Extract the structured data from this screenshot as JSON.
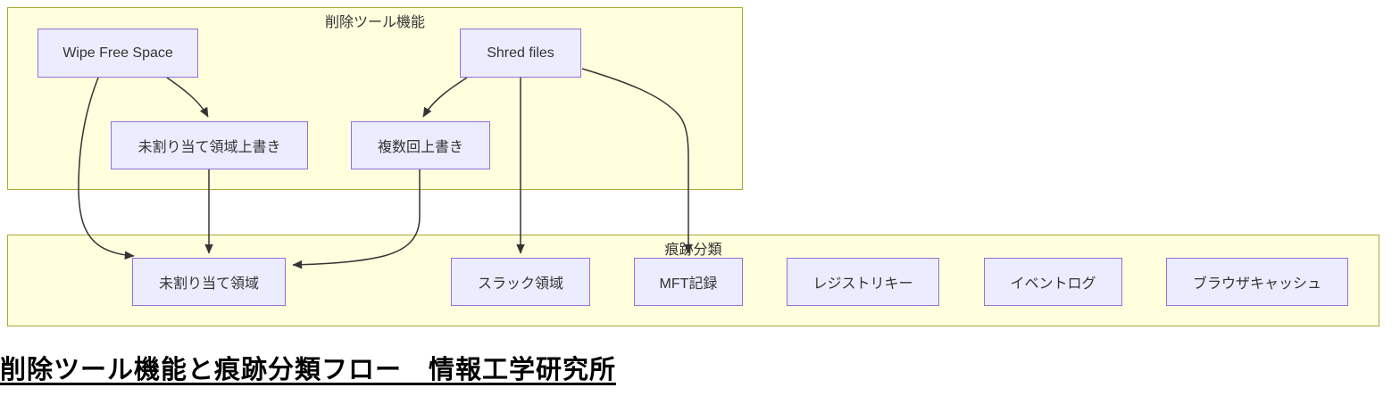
{
  "diagram": {
    "title": "削除ツール機能と痕跡分類フロー　情報工学研究所",
    "clusters": [
      {
        "id": "deletion-tool-functions",
        "label": "削除ツール機能"
      },
      {
        "id": "trace-classification",
        "label": "痕跡分類"
      }
    ],
    "nodes": [
      {
        "id": "wipe-free-space",
        "label": "Wipe Free Space"
      },
      {
        "id": "shred-files",
        "label": "Shred files"
      },
      {
        "id": "overwrite-unallocated",
        "label": "未割り当て領域上書き"
      },
      {
        "id": "multiple-overwrite",
        "label": "複数回上書き"
      },
      {
        "id": "unallocated-area",
        "label": "未割り当て領域"
      },
      {
        "id": "slack-area",
        "label": "スラック領域"
      },
      {
        "id": "mft-record",
        "label": "MFT記録"
      },
      {
        "id": "registry-key",
        "label": "レジストリキー"
      },
      {
        "id": "event-log",
        "label": "イベントログ"
      },
      {
        "id": "browser-cache",
        "label": "ブラウザキャッシュ"
      }
    ],
    "edges": [
      {
        "from": "Wipe Free Space",
        "to": "未割り当て領域上書き"
      },
      {
        "from": "Wipe Free Space",
        "to": "未割り当て領域"
      },
      {
        "from": "Shred files",
        "to": "複数回上書き"
      },
      {
        "from": "Shred files",
        "to": "スラック領域"
      },
      {
        "from": "Shred files",
        "to": "MFT記録"
      },
      {
        "from": "未割り当て領域上書き",
        "to": "未割り当て領域"
      },
      {
        "from": "複数回上書き",
        "to": "未割り当て領域"
      }
    ],
    "colors": {
      "node_fill": "#ECECFF",
      "node_border": "#9370DB",
      "cluster_fill": "#ffffde",
      "cluster_border": "#aaaa33",
      "edge": "#333333",
      "text": "#333333",
      "title_text": "#000000"
    }
  }
}
